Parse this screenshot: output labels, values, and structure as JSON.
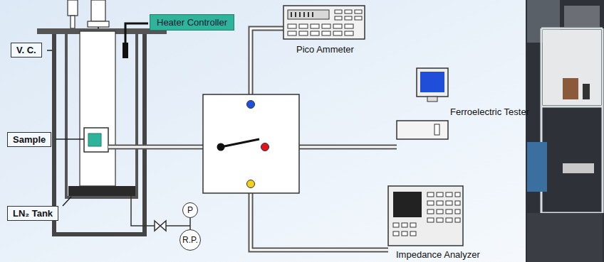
{
  "diagram": {
    "nodes": [
      {
        "text": [
          "Heater Controller"
        ]
      },
      {
        "text": [
          "V. C."
        ]
      },
      {
        "text": [
          "Sample"
        ]
      },
      {
        "text": [
          "LN₂ Tank"
        ]
      },
      {
        "text": [
          "P"
        ]
      },
      {
        "text": [
          "R.P."
        ]
      }
    ],
    "edges": [
      {
        "from": 4,
        "to": 5,
        "arrow": "none"
      }
    ],
    "labels": [
      "Pico Ammeter",
      "Ferroelectric Tester",
      "Impedance Analyzer"
    ]
  }
}
